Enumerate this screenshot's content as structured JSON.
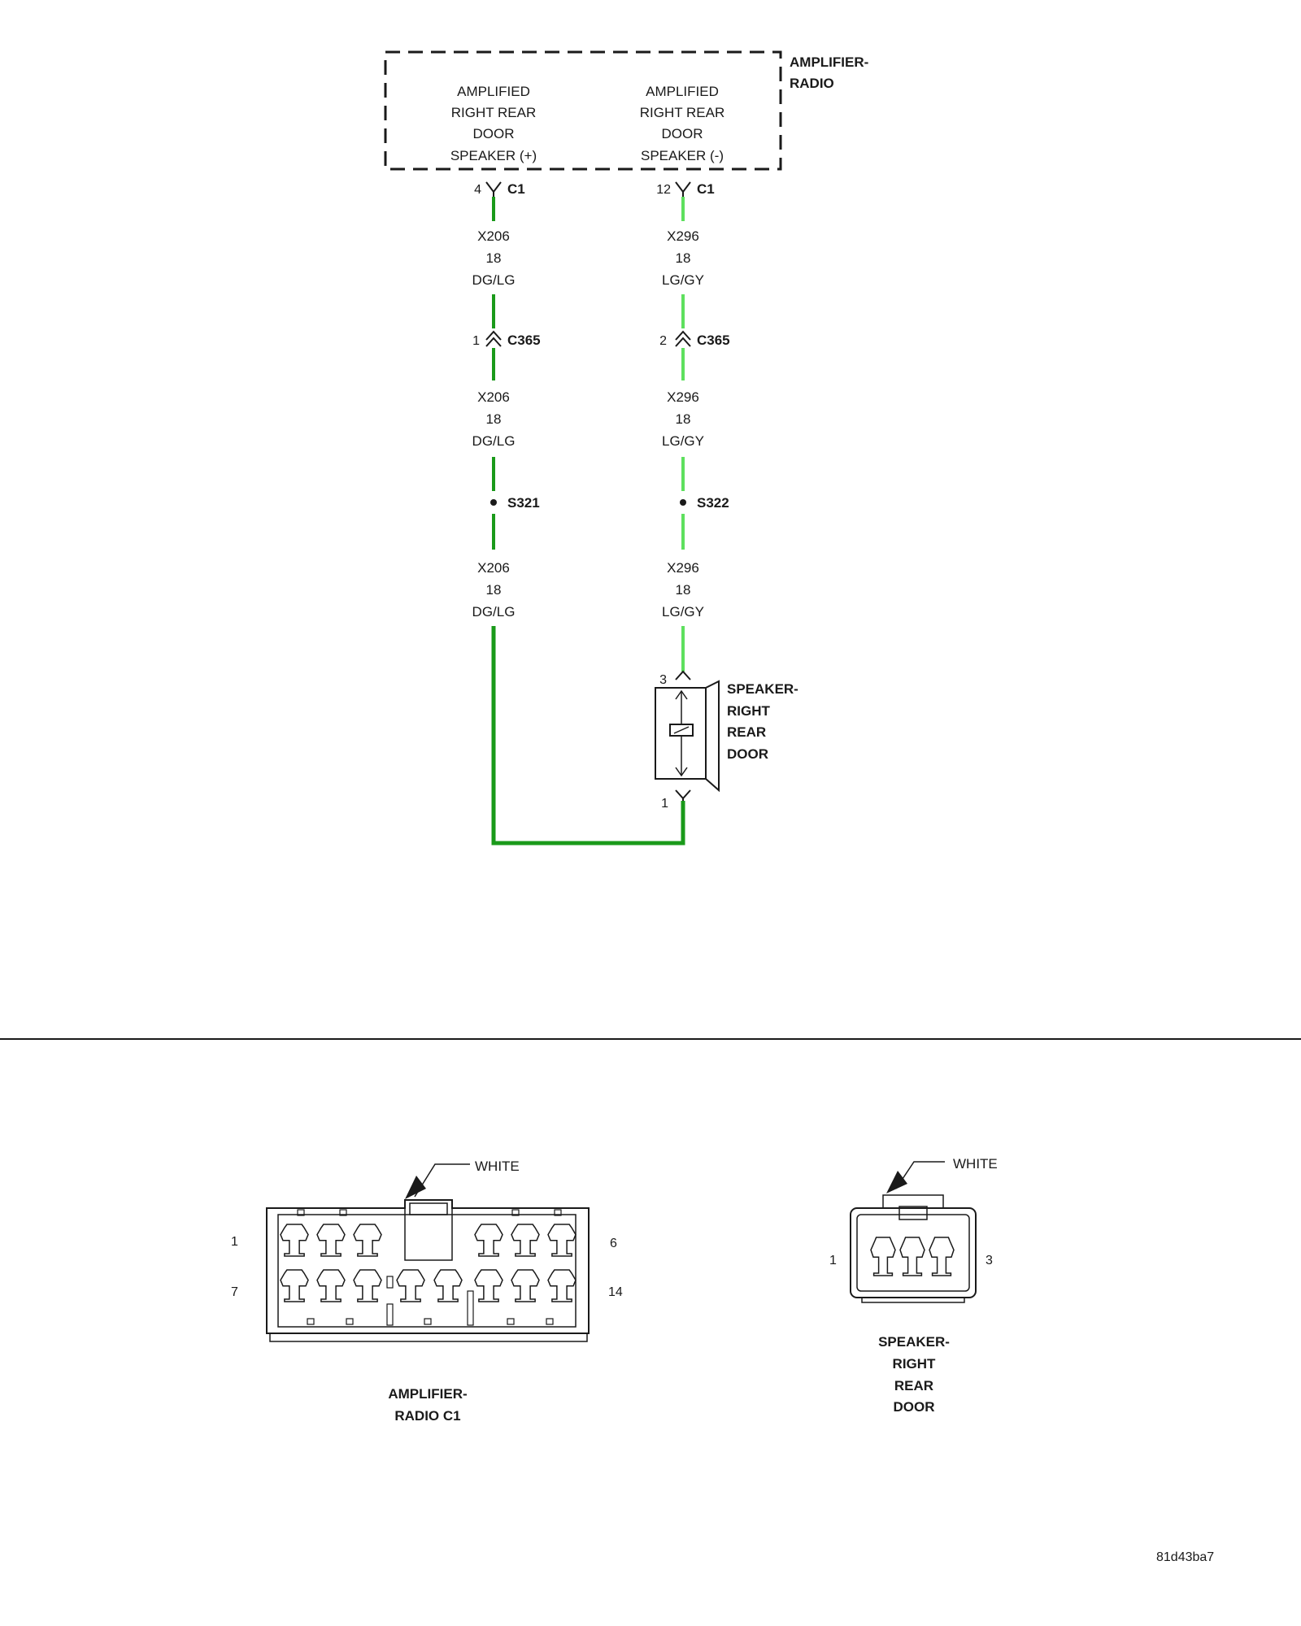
{
  "colors": {
    "wire_dg_lg": "#1a9a1a",
    "wire_lg_gy": "#5ee05e",
    "line": "#1a1a1a"
  },
  "module": {
    "name_line1": "AMPLIFIER-",
    "name_line2": "RADIO",
    "pin_plus": [
      "AMPLIFIED",
      "RIGHT REAR",
      "DOOR",
      "SPEAKER (+)"
    ],
    "pin_minus": [
      "AMPLIFIED",
      "RIGHT REAR",
      "DOOR",
      "SPEAKER (-)"
    ]
  },
  "left_circuit": {
    "c1_pin": "4",
    "c1_label": "C1",
    "segments": [
      {
        "circuit": "X206",
        "gauge": "18",
        "color": "DG/LG"
      },
      {
        "circuit": "X206",
        "gauge": "18",
        "color": "DG/LG"
      },
      {
        "circuit": "X206",
        "gauge": "18",
        "color": "DG/LG"
      }
    ],
    "c365_pin": "1",
    "c365_label": "C365",
    "splice": "S321"
  },
  "right_circuit": {
    "c1_pin": "12",
    "c1_label": "C1",
    "segments": [
      {
        "circuit": "X296",
        "gauge": "18",
        "color": "LG/GY"
      },
      {
        "circuit": "X296",
        "gauge": "18",
        "color": "LG/GY"
      },
      {
        "circuit": "X296",
        "gauge": "18",
        "color": "LG/GY"
      }
    ],
    "c365_pin": "2",
    "c365_label": "C365",
    "splice": "S322"
  },
  "speaker": {
    "name": [
      "SPEAKER-",
      "RIGHT",
      "REAR",
      "DOOR"
    ],
    "pin_top": "3",
    "pin_bottom": "1"
  },
  "connector_amp": {
    "color_label": "WHITE",
    "pin_tl": "1",
    "pin_bl": "7",
    "pin_tr": "6",
    "pin_br": "14",
    "name_line1": "AMPLIFIER-",
    "name_line2": "RADIO C1"
  },
  "connector_speaker": {
    "color_label": "WHITE",
    "pin_left": "1",
    "pin_right": "3",
    "name": [
      "SPEAKER-",
      "RIGHT",
      "REAR",
      "DOOR"
    ]
  },
  "figure_id": "81d43ba7"
}
